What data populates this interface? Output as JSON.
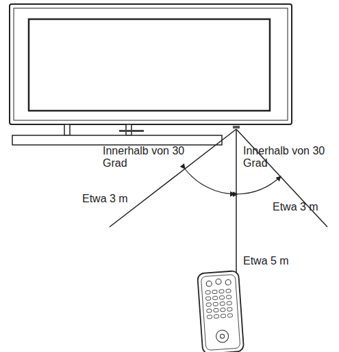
{
  "diagram": {
    "labels": [
      "Innerhalb von 30 Grad",
      "Innerhalb von 30 Grad",
      "Etwa 3 m",
      "Etwa 3 m",
      "Etwa 5 m"
    ]
  }
}
